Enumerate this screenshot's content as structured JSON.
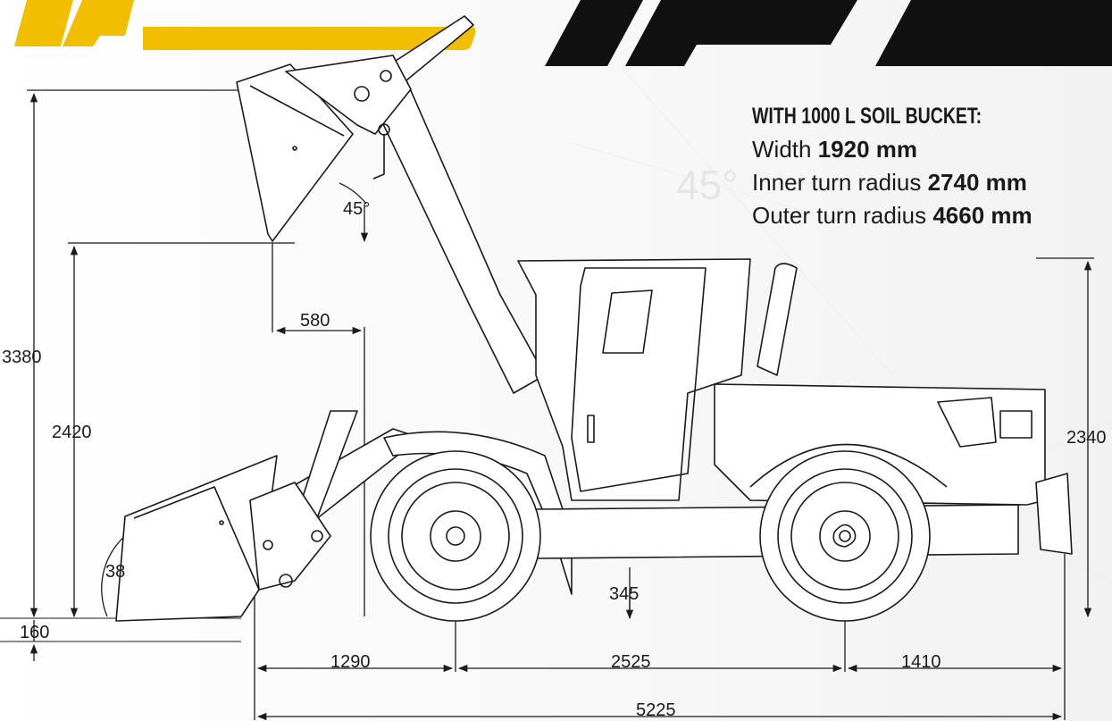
{
  "spec_box": {
    "title": "WITH 1000 L SOIL BUCKET:",
    "rows": [
      {
        "label": "Width",
        "value": "1920 mm"
      },
      {
        "label": "Inner turn radius",
        "value": "2740 mm"
      },
      {
        "label": "Outer turn radius",
        "value": "4660 mm"
      }
    ]
  },
  "dimensions": {
    "max_lift_height": "3380",
    "hinge_height": "2420",
    "cab_height": "2340",
    "reach": "580",
    "dump_angle": "45°",
    "rollback_angle": "38",
    "dig_depth": "160",
    "ground_clearance": "345",
    "front_overhang": "1290",
    "wheelbase": "2525",
    "rear_overhang": "1410",
    "overall_length": "5225"
  },
  "watermark": {
    "angle": "45°"
  },
  "colors": {
    "brand_yellow": "#F2BE02",
    "ink": "#1a1a1a"
  }
}
